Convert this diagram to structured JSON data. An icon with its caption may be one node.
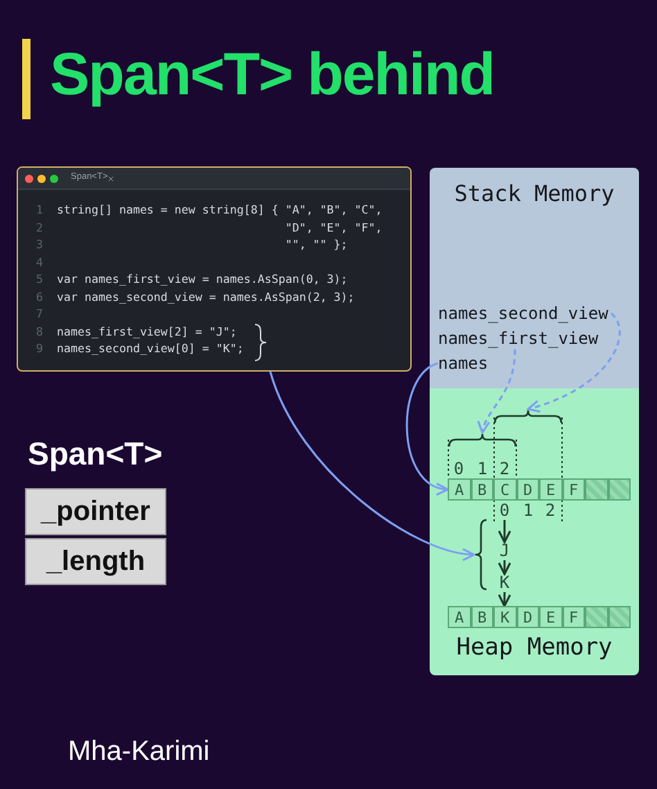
{
  "diagram": {
    "title": "Span<T> behind",
    "nodes": [
      {
        "text": [
          "Span<T>",
          "1",
          "string[] names = new string[8] { \"A\", \"B\", \"C\",",
          "2",
          "\"D\", \"E\", \"F\",",
          "3",
          "\"\", \"\" };",
          "4",
          "5",
          "var names_first_view = names.AsSpan(0, 3);",
          "6",
          "var names_second_view = names.AsSpan(2, 3);",
          "7",
          "8",
          "names_first_view[2] = \"J\";",
          "9",
          "names_second_view[0] = \"K\";"
        ]
      },
      {
        "text": [
          "Stack Memory"
        ]
      },
      {
        "text": [
          "names_second_view"
        ],
        "in": 1
      },
      {
        "text": [
          "names_first_view"
        ],
        "in": 1
      },
      {
        "text": [
          "names"
        ],
        "in": 1
      },
      {
        "text": [
          "Heap Memory"
        ]
      },
      {
        "text": [],
        "shape": "bracket",
        "in": 5
      },
      {
        "text": [],
        "shape": "bracket",
        "in": 5
      },
      {
        "text": [
          "A",
          "B",
          "C",
          "D",
          "E",
          "F"
        ],
        "in": 5
      },
      {
        "text": [
          "0"
        ],
        "in": 5
      },
      {
        "text": [
          "J"
        ],
        "in": 5
      },
      {
        "text": [
          "K"
        ],
        "in": 5
      },
      {
        "text": [],
        "shape": "bracket",
        "in": 5
      },
      {
        "text": [
          "A",
          "B",
          "K",
          "D",
          "E",
          "F"
        ],
        "in": 5
      },
      {
        "text": [
          "_pointer"
        ]
      },
      {
        "text": [
          "_length"
        ]
      }
    ],
    "edges": [
      {
        "from": 4,
        "to": 8,
        "arrow": "to"
      },
      {
        "from": 3,
        "to": 7,
        "arrow": "to",
        "style": "dashed"
      },
      {
        "from": 2,
        "to": 6,
        "arrow": "to",
        "style": "dashed"
      },
      {
        "from": 0,
        "to": 12,
        "arrow": "to"
      },
      {
        "from": 9,
        "to": 10,
        "arrow": "to",
        "color": "#1f3b2a"
      },
      {
        "from": 10,
        "to": 11,
        "arrow": "to",
        "color": "#1f3b2a"
      },
      {
        "from": 11,
        "to": 13,
        "arrow": "to",
        "color": "#1f3b2a"
      }
    ],
    "labels": [
      "0",
      "1",
      "2",
      "Span<T>",
      "1",
      "2",
      "Mha-Karimi"
    ]
  }
}
